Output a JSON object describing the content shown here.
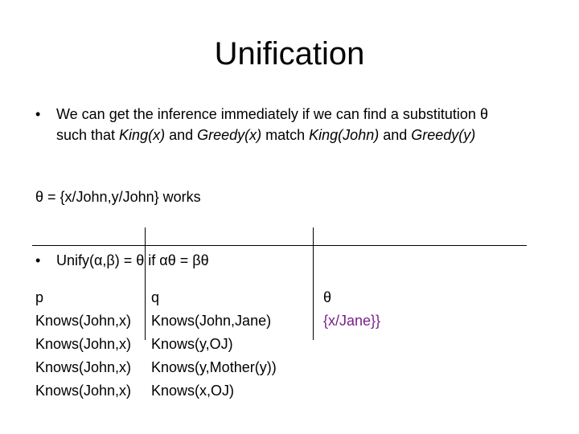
{
  "slide": {
    "title": "Unification",
    "bullet1": {
      "line1": "We can get the inference immediately if we can find a substitution θ",
      "line2_prefix": "such that ",
      "king_x": "King(x)",
      "and1": " and ",
      "greedy_x": "Greedy(x)",
      "match": " match ",
      "king_john": "King(John)",
      "and2": " and ",
      "greedy_y": "Greedy(y)"
    },
    "theta_statement": "θ = {x/John,y/John} works",
    "bullet2": "Unify(α,β) = θ if αθ = βθ",
    "bullet_symbol": "•",
    "table": {
      "headers": {
        "p": "p",
        "q": "q",
        "theta": "θ"
      },
      "p_values": [
        "Knows(John,x)",
        "Knows(John,x)",
        "Knows(John,x)",
        "Knows(John,x)"
      ],
      "q_values": [
        "Knows(John,Jane)",
        "Knows(y,OJ)",
        "Knows(y,Mother(y))",
        "Knows(x,OJ)"
      ],
      "theta_values": [
        "{x/Jane}}"
      ]
    },
    "colors": {
      "accent": "#7a1f8a",
      "text": "#000000",
      "background": "#ffffff"
    }
  }
}
